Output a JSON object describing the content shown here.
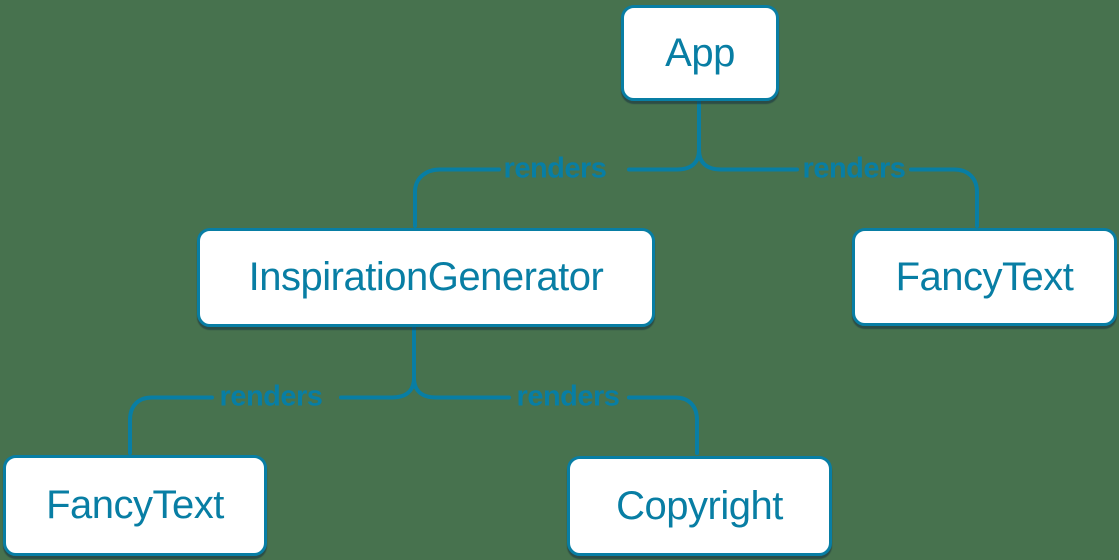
{
  "colors": {
    "background": "#47724E",
    "accent": "#087EA4",
    "node_fill": "#FFFFFF"
  },
  "nodes": {
    "app": {
      "label": "App"
    },
    "inspiration_generator": {
      "label": "InspirationGenerator"
    },
    "fancy_text_right": {
      "label": "FancyText"
    },
    "fancy_text_left": {
      "label": "FancyText"
    },
    "copyright": {
      "label": "Copyright"
    }
  },
  "edges": {
    "app_to_inspiration_generator": {
      "label": "renders"
    },
    "app_to_fancy_text": {
      "label": "renders"
    },
    "inspiration_generator_to_fancy_text": {
      "label": "renders"
    },
    "inspiration_generator_to_copyright": {
      "label": "renders"
    }
  }
}
